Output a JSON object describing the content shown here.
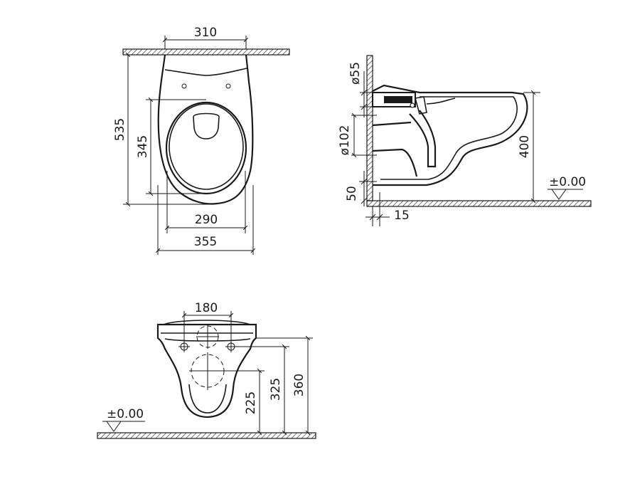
{
  "top_view": {
    "width_top": "310",
    "length": "535",
    "seat_length": "345",
    "seat_width": "290",
    "overall_width": "355"
  },
  "side_view": {
    "pipe_small": "ø55",
    "pipe_large": "ø102",
    "pipe_height": "50",
    "wall_gap": "15",
    "height": "400",
    "floor_level": "±0.00"
  },
  "front_view": {
    "bolt_spacing": "180",
    "height_a": "225",
    "height_b": "325",
    "height_c": "360",
    "floor_level": "±0.00"
  },
  "colors": {
    "line": "#1a1a1a",
    "background": "#ffffff"
  }
}
